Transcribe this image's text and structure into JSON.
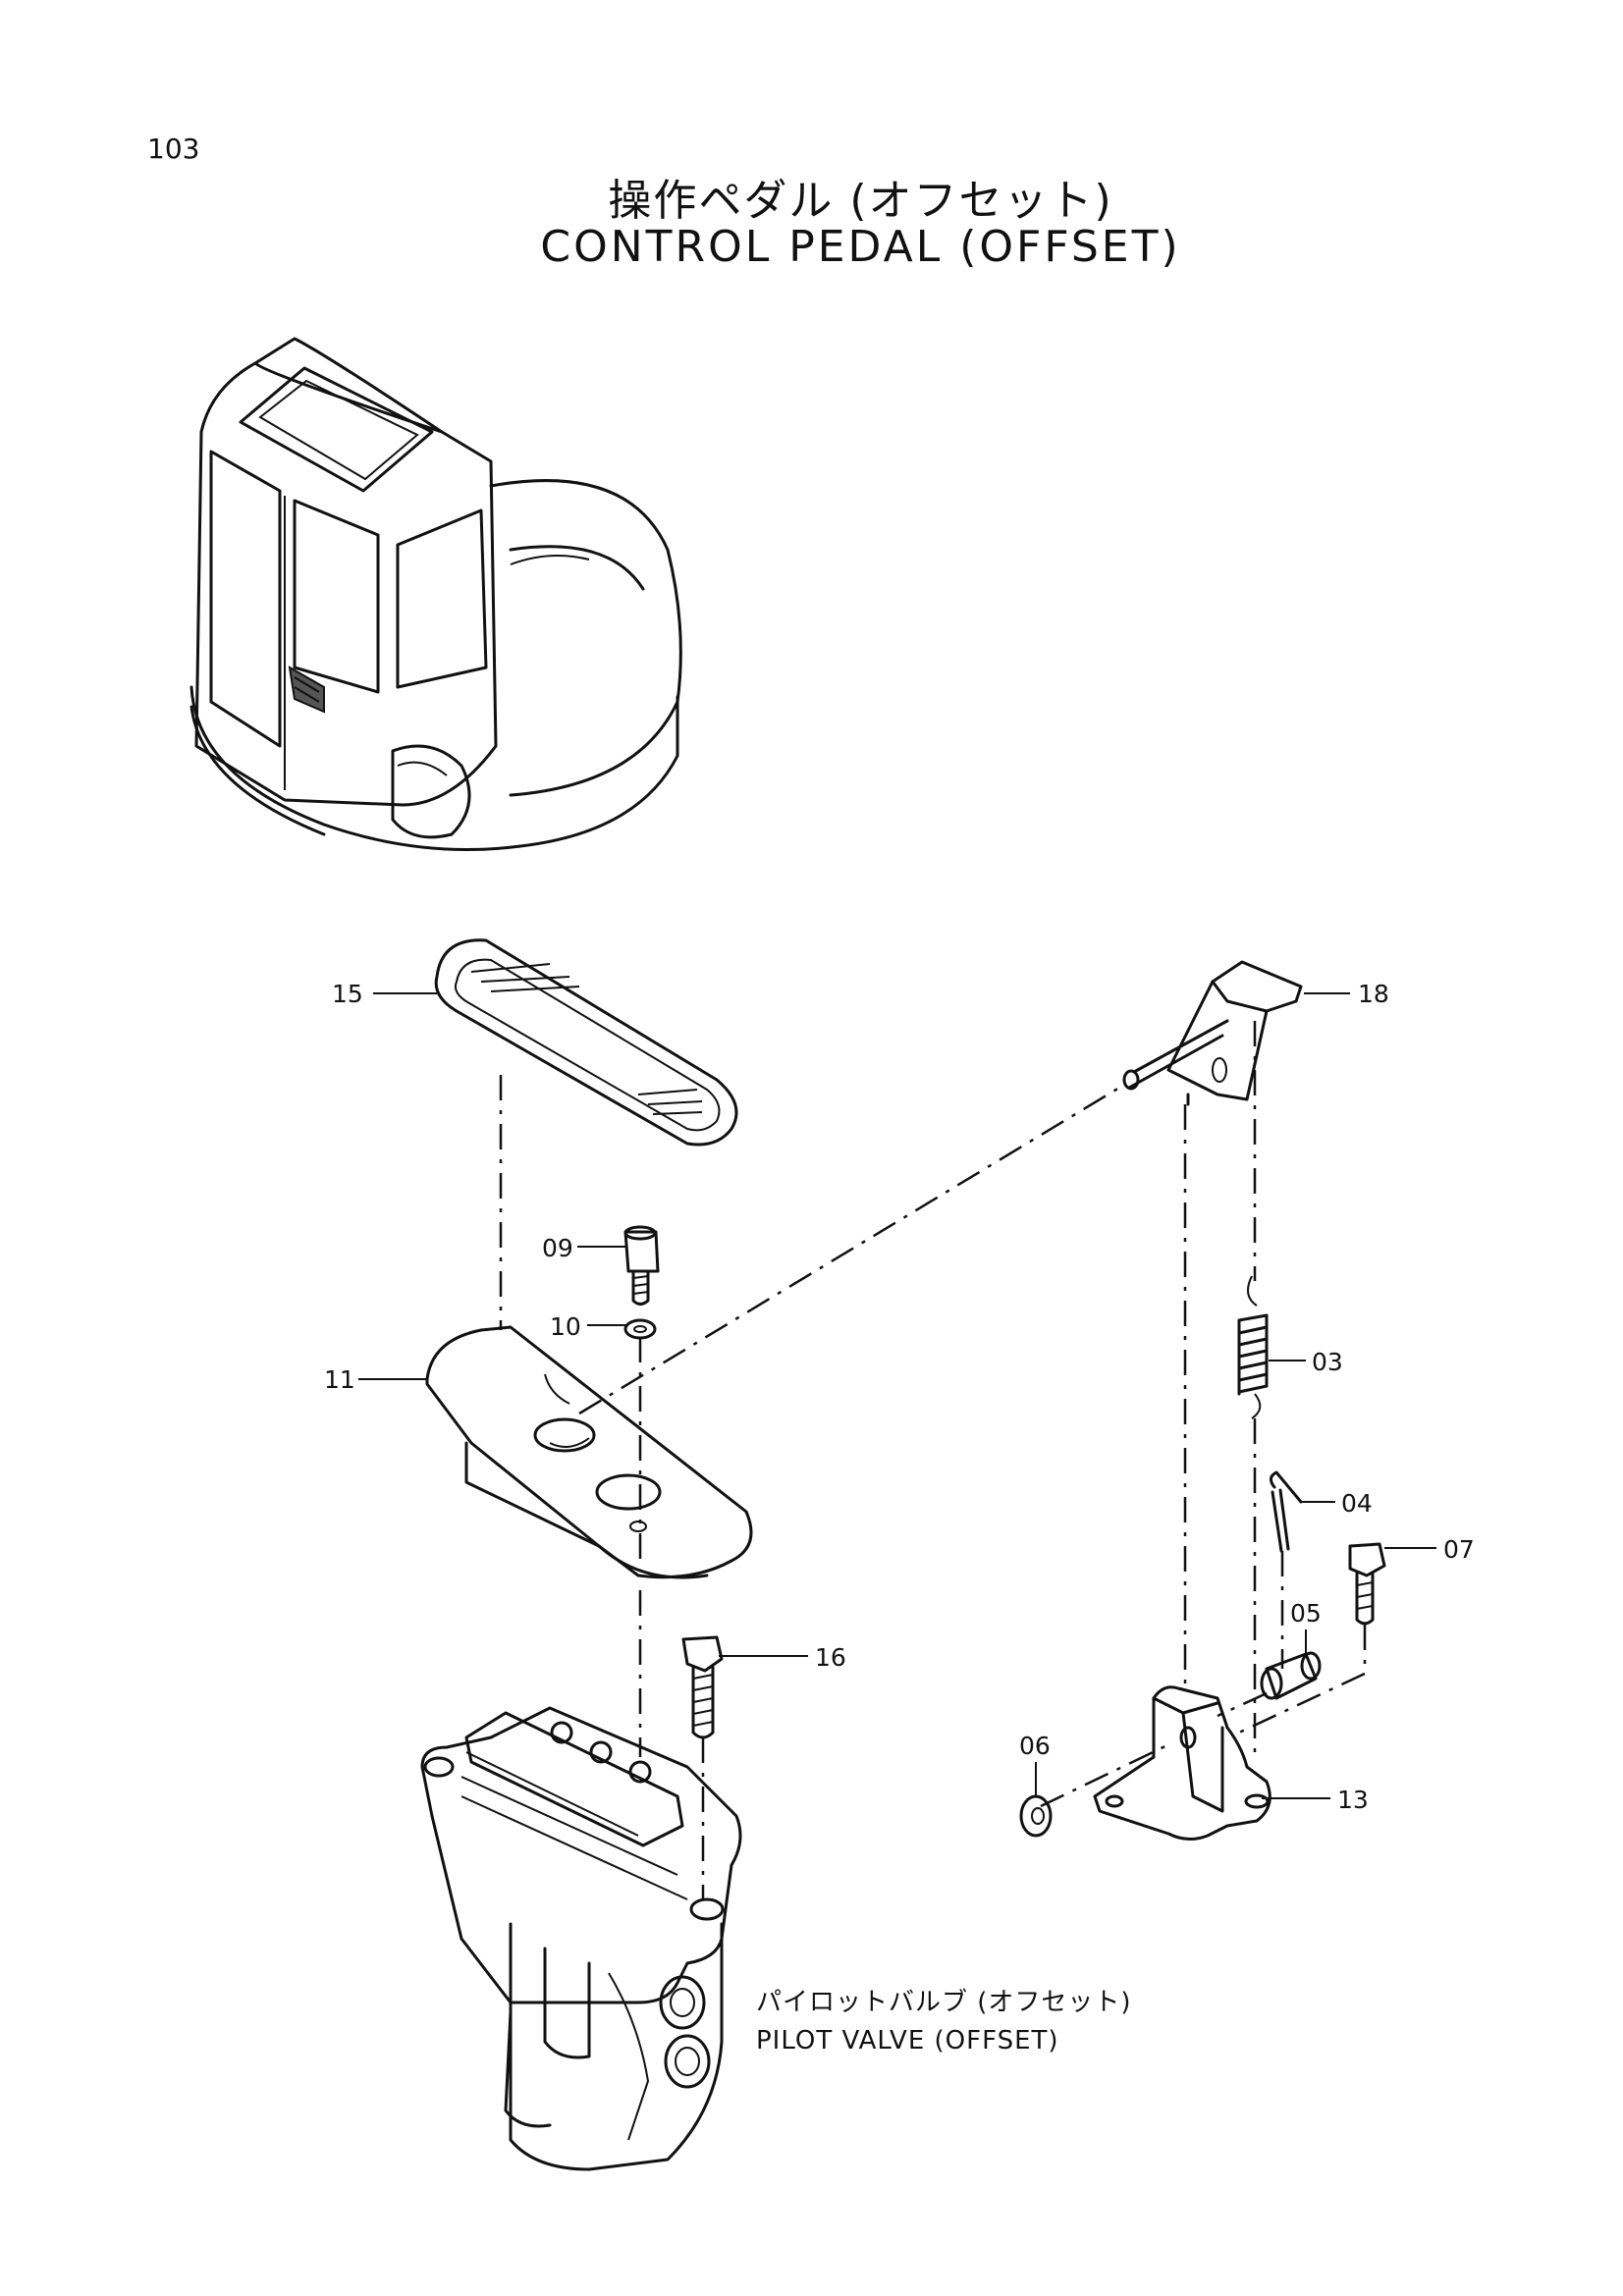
{
  "page": {
    "number": "103",
    "title_jp": "操作ペダル (オフセット)",
    "title_en": "CONTROL  PEDAL  (OFFSET)"
  },
  "callouts": [
    {
      "id": "15",
      "label": "15"
    },
    {
      "id": "18",
      "label": "18"
    },
    {
      "id": "09",
      "label": "09"
    },
    {
      "id": "10",
      "label": "10"
    },
    {
      "id": "11",
      "label": "11"
    },
    {
      "id": "03",
      "label": "03"
    },
    {
      "id": "04",
      "label": "04"
    },
    {
      "id": "07",
      "label": "07"
    },
    {
      "id": "05",
      "label": "05"
    },
    {
      "id": "16",
      "label": "16"
    },
    {
      "id": "06",
      "label": "06"
    },
    {
      "id": "13",
      "label": "13"
    }
  ],
  "assembly_label": {
    "jp": "パイロットバルブ (オフセット)",
    "en": "PILOT  VALVE  (OFFSET)"
  },
  "icons": [
    "excavator-cab-illustration",
    "pedal-pad-icon",
    "pedal-bracket-icon",
    "pilot-valve-icon",
    "bolt-icon",
    "spring-icon",
    "pin-icon",
    "washer-icon",
    "cotter-pin-icon",
    "lever-icon",
    "base-bracket-icon"
  ]
}
